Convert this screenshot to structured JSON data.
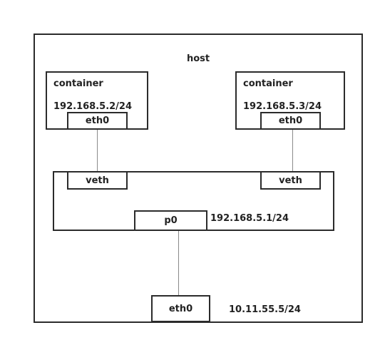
{
  "host": {
    "label": "host"
  },
  "containers": [
    {
      "label": "container",
      "ip": "192.168.5.2/24",
      "iface": "eth0"
    },
    {
      "label": "container",
      "ip": "192.168.5.3/24",
      "iface": "eth0"
    }
  ],
  "bridge": {
    "veth_left": "veth",
    "veth_right": "veth",
    "port": "p0",
    "ip": "192.168.5.1/24"
  },
  "host_iface": {
    "name": "eth0",
    "ip": "10.11.55.5/24"
  }
}
